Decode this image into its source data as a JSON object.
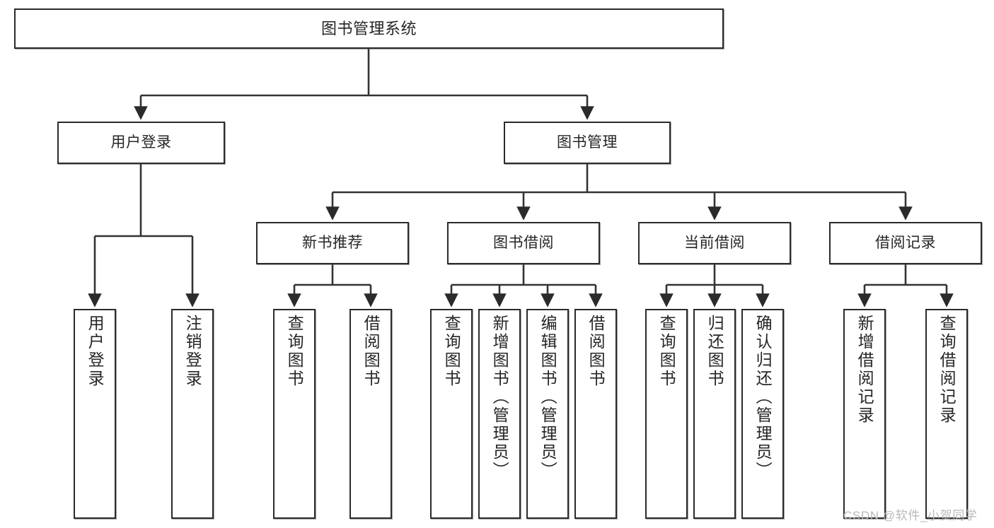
{
  "diagram": {
    "type": "tree-hierarchy",
    "title_node": {
      "label": "图书管理系统"
    },
    "level2": [
      {
        "id": "user-login",
        "label": "用户登录"
      },
      {
        "id": "book-management",
        "label": "图书管理"
      }
    ],
    "level3": [
      {
        "id": "new-book-recommend",
        "label": "新书推荐",
        "parent": "book-management"
      },
      {
        "id": "book-borrow",
        "label": "图书借阅",
        "parent": "book-management"
      },
      {
        "id": "current-borrow",
        "label": "当前借阅",
        "parent": "book-management"
      },
      {
        "id": "borrow-record",
        "label": "借阅记录",
        "parent": "book-management"
      }
    ],
    "leaves": {
      "user_login": [
        {
          "id": "leaf-user-login",
          "label": "用户登录"
        },
        {
          "id": "leaf-logout-login",
          "label": "注销登录"
        }
      ],
      "new_book_recommend": [
        {
          "id": "leaf-query-book-1",
          "label": "查询图书"
        },
        {
          "id": "leaf-borrow-book-1",
          "label": "借阅图书"
        }
      ],
      "book_borrow": [
        {
          "id": "leaf-query-book-2",
          "label": "查询图书"
        },
        {
          "id": "leaf-add-book",
          "label": "新增图书（管理员）"
        },
        {
          "id": "leaf-edit-book",
          "label": "编辑图书（管理员）"
        },
        {
          "id": "leaf-borrow-book-2",
          "label": "借阅图书"
        }
      ],
      "current_borrow": [
        {
          "id": "leaf-query-book-3",
          "label": "查询图书"
        },
        {
          "id": "leaf-return-book",
          "label": "归还图书"
        },
        {
          "id": "leaf-confirm-return",
          "label": "确认归还（管理员）"
        }
      ],
      "borrow_record": [
        {
          "id": "leaf-add-record",
          "label": "新增借阅记录"
        },
        {
          "id": "leaf-query-record",
          "label": "查询借阅记录"
        }
      ]
    },
    "colors": {
      "background": "#ffffff",
      "box_border": "#2b2b2b",
      "box_fill": "#ffffff",
      "text": "#262626",
      "edge": "#333333",
      "watermark": "#b9b9b9"
    }
  },
  "watermark": {
    "text": "CSDN @软件_小贺同学"
  }
}
